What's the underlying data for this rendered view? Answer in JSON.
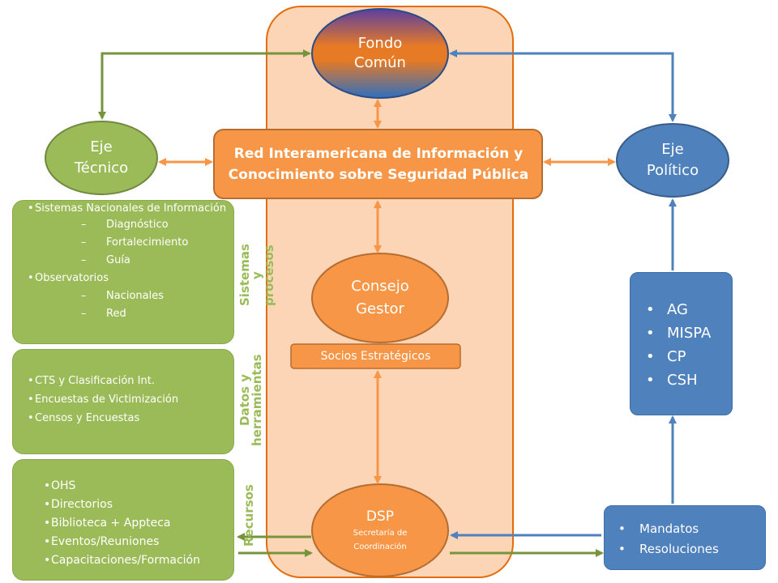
{
  "fondo": {
    "line1": "Fondo",
    "line2": "Común"
  },
  "eje_tecnico": {
    "line1": "Eje",
    "line2": "Técnico"
  },
  "eje_politico": {
    "line1": "Eje",
    "line2": "Político"
  },
  "red": {
    "text": "Red Interamericana de Información y Conocimiento sobre Seguridad Pública"
  },
  "consejo": {
    "line1": "Consejo",
    "line2": "Gestor"
  },
  "socios": {
    "text": "Socios Estratégicos"
  },
  "dsp": {
    "title": "DSP",
    "sub1": "Secretaría de",
    "sub2": "Coordinación"
  },
  "sistemas_box": {
    "item1": "Sistemas Nacionales de Información",
    "sub1": "Diagnóstico",
    "sub2": "Fortalecimiento",
    "sub3": "Guía",
    "item2": "Observatorios",
    "sub4": "Nacionales",
    "sub5": "Red"
  },
  "datos_box": {
    "item1": "CTS y Clasificación Int.",
    "item2": "Encuestas de Victimización",
    "item3": "Censos y Encuestas"
  },
  "recursos_box": {
    "item1": "OHS",
    "item2": "Directorios",
    "item3": "Biblioteca + Appteca",
    "item4": "Eventos/Reuniones",
    "item5": "Capacitaciones/Formación"
  },
  "labels": {
    "sistemas_l1": "Sistemas y",
    "sistemas_l2": "procesos",
    "datos_l1": "Datos y",
    "datos_l2": "herramientas",
    "recursos": "Recursos"
  },
  "politico_box": {
    "item1": "AG",
    "item2": "MISPA",
    "item3": "CP",
    "item4": "CSH"
  },
  "mandatos_box": {
    "item1": "Mandatos",
    "item2": "Resoluciones"
  },
  "colors": {
    "green": "#9bbb59",
    "green_arrow": "#77933c",
    "blue": "#4f81bd",
    "orange": "#f79646",
    "peach": "#fbd5b5"
  }
}
